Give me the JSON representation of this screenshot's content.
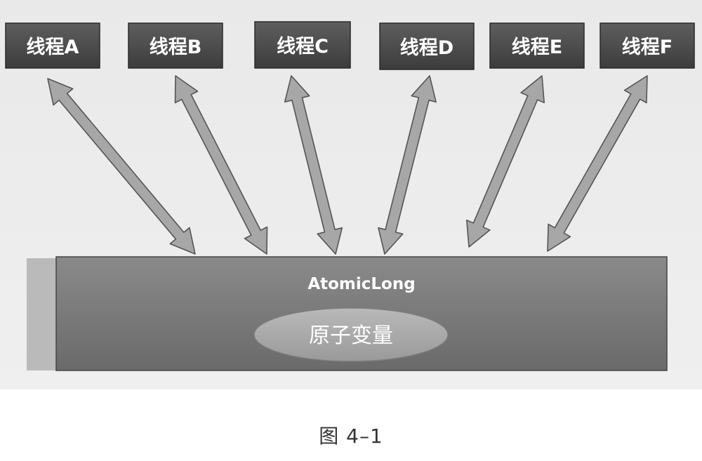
{
  "diagram": {
    "threads": [
      {
        "label": "线程A"
      },
      {
        "label": "线程B"
      },
      {
        "label": "线程C"
      },
      {
        "label": "线程D"
      },
      {
        "label": "线程E"
      },
      {
        "label": "线程F"
      }
    ],
    "shared_box": {
      "title": "AtomicLong",
      "variable_label": "原子变量"
    },
    "caption": "图 4–1"
  }
}
